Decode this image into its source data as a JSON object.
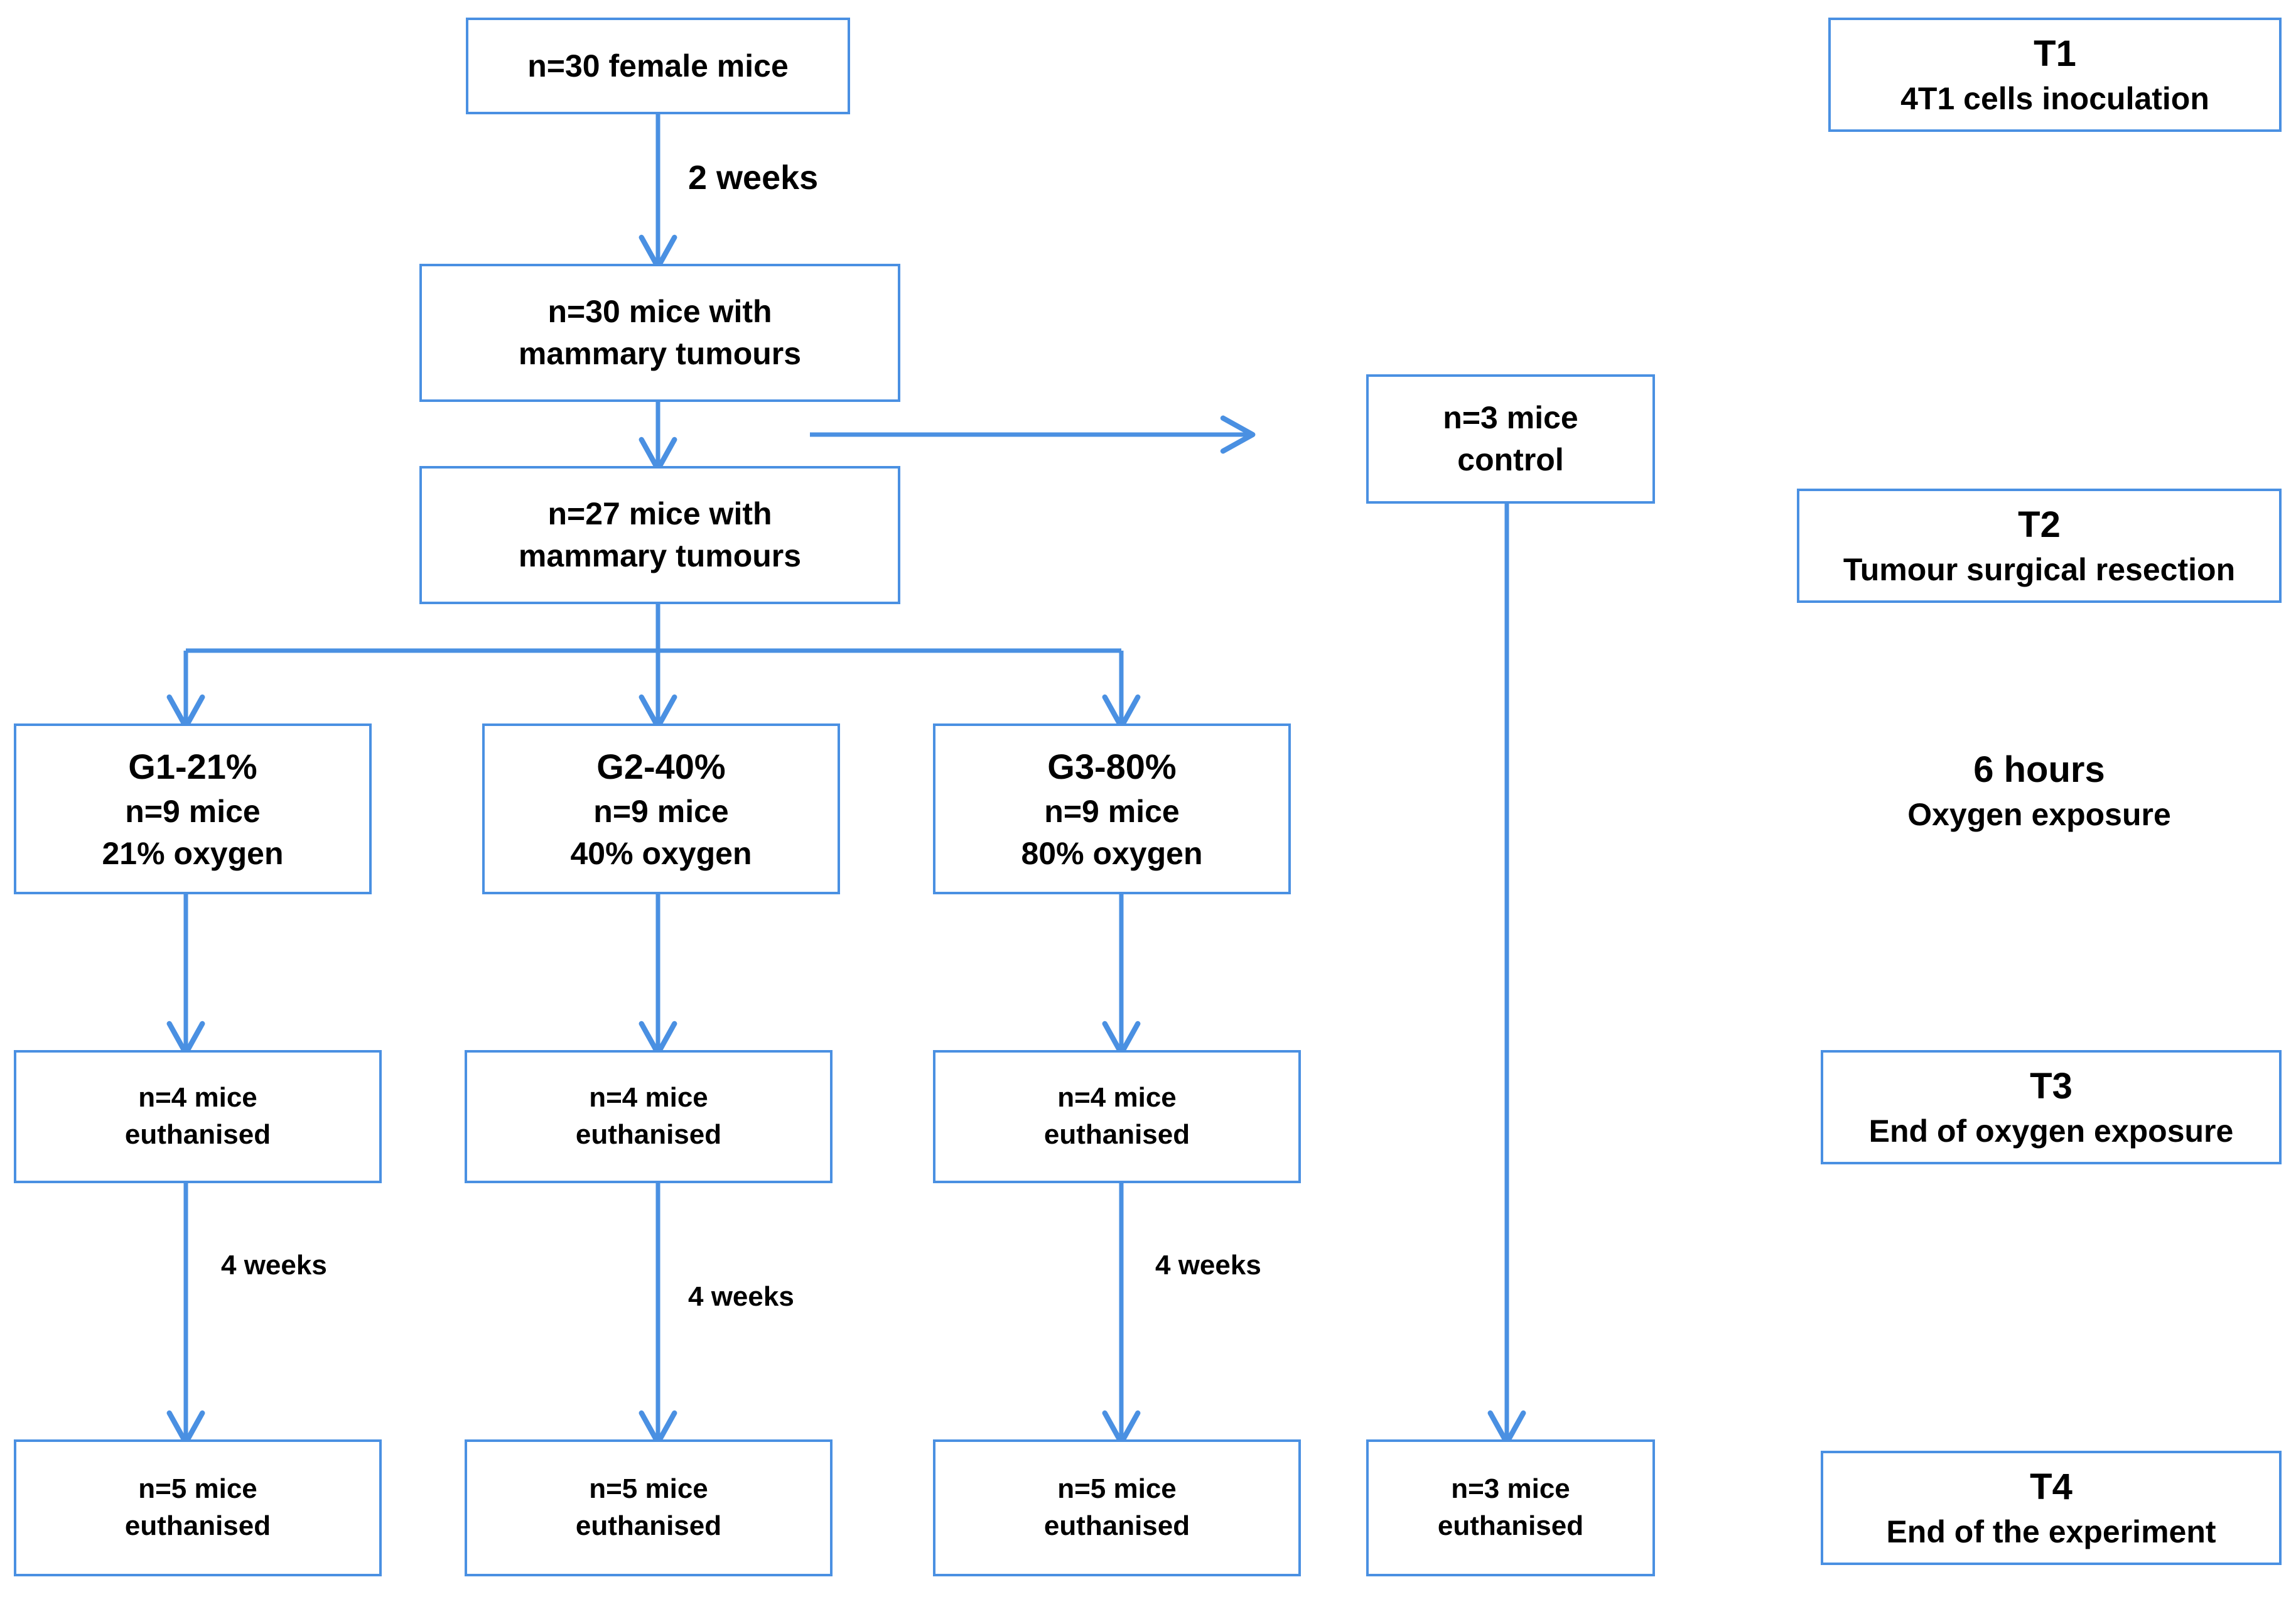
{
  "diagram": {
    "title_nodes": {
      "start": {
        "lines": [
          "n=30 female mice"
        ]
      },
      "tumours_30": {
        "lines": [
          "n=30 mice with",
          "mammary tumours"
        ]
      },
      "tumours_27": {
        "lines": [
          "n=27 mice with",
          "mammary tumours"
        ]
      },
      "control": {
        "lines": [
          "n=3 mice",
          "control"
        ]
      }
    },
    "groups": [
      {
        "id": "g1",
        "heading": "G1-21%",
        "count": "n=9 mice",
        "oxygen": "21% oxygen"
      },
      {
        "id": "g2",
        "heading": "G2-40%",
        "count": "n=9 mice",
        "oxygen": "40% oxygen"
      },
      {
        "id": "g3",
        "heading": "G3-80%",
        "count": "n=9 mice",
        "oxygen": "80% oxygen"
      }
    ],
    "euthanised_mid": [
      {
        "lines": [
          "n=4 mice",
          "euthanised"
        ]
      },
      {
        "lines": [
          "n=4 mice",
          "euthanised"
        ]
      },
      {
        "lines": [
          "n=4 mice",
          "euthanised"
        ]
      }
    ],
    "euthanised_bottom": [
      {
        "lines": [
          "n=5 mice",
          "euthanised"
        ]
      },
      {
        "lines": [
          "n=5 mice",
          "euthanised"
        ]
      },
      {
        "lines": [
          "n=5 mice",
          "euthanised"
        ]
      },
      {
        "lines": [
          "n=3 mice",
          "euthanised"
        ]
      }
    ],
    "edge_labels": {
      "two_weeks": "2 weeks",
      "four_weeks_1": "4 weeks",
      "four_weeks_2": "4 weeks",
      "four_weeks_3": "4 weeks"
    },
    "timeline": {
      "t1": {
        "code": "T1",
        "caption": "4T1 cells inoculation"
      },
      "t2": {
        "code": "T2",
        "caption": "Tumour surgical resection"
      },
      "exposure": {
        "duration": "6 hours",
        "caption": "Oxygen exposure"
      },
      "t3": {
        "code": "T3",
        "caption": "End of oxygen exposure"
      },
      "t4": {
        "code": "T4",
        "caption": "End of the experiment"
      }
    },
    "colors": {
      "box_border": "#4a90e2",
      "arrow": "#4a90e2",
      "text": "#000000",
      "background": "#ffffff"
    }
  }
}
